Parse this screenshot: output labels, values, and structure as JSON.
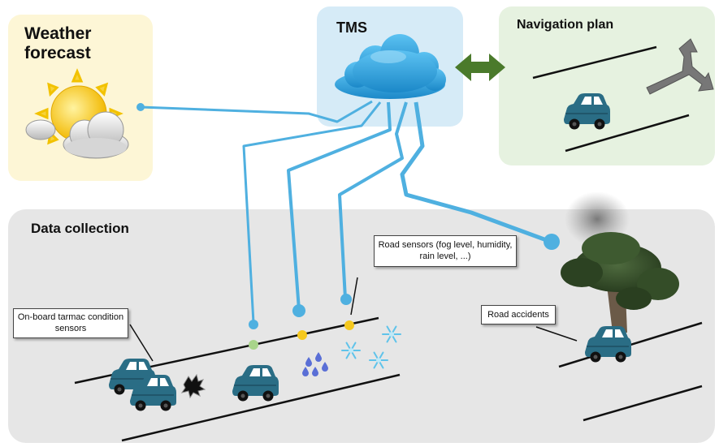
{
  "weather": {
    "title": "Weather forecast"
  },
  "tms": {
    "title": "TMS"
  },
  "navigation": {
    "title": "Navigation plan"
  },
  "collection": {
    "title": "Data collection"
  },
  "callouts": {
    "onboard": "On-board tarmac condition sensors",
    "road_sensors": "Road sensors (fog level, humidity, rain level, ...)",
    "accidents": "Road accidents"
  },
  "colors": {
    "link_blue": "#4fb0e0",
    "car_teal": "#2a6d85",
    "arrow_green": "#4a7a2b",
    "sun_yellow": "#f5c81e"
  }
}
